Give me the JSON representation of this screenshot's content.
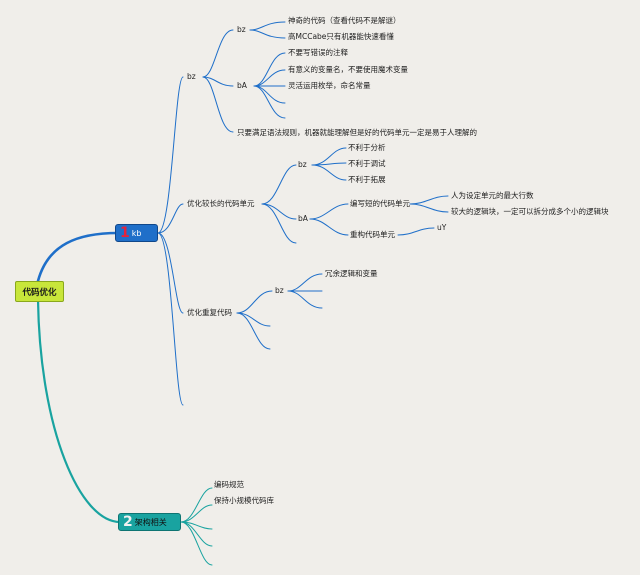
{
  "root": {
    "label": "代码优化"
  },
  "branch1": {
    "number": "1",
    "label": "kb",
    "n1": {
      "label": "bz"
    },
    "n1a": {
      "label": "bz"
    },
    "n1a_1": {
      "label": "神奇的代码（查看代码不是解谜）"
    },
    "n1a_2": {
      "label": "高MCCabe只有机器能快速看懂"
    },
    "n1b": {
      "label": "bA"
    },
    "n1b_1": {
      "label": "不要写错误的注释"
    },
    "n1b_2": {
      "label": "有意义的变量名，不要使用魔术变量"
    },
    "n1b_3": {
      "label": "灵活运用枚举，命名常量"
    },
    "n1c": {
      "label": "只要满足语法规则，机器就能理解但是好的代码单元一定是易于人理解的"
    },
    "n2": {
      "label": "优化较长的代码单元"
    },
    "n2a": {
      "label": "bz"
    },
    "n2a_1": {
      "label": "不利于分析"
    },
    "n2a_2": {
      "label": "不利于调试"
    },
    "n2a_3": {
      "label": "不利于拓展"
    },
    "n2b": {
      "label": "bA"
    },
    "n2b_1": {
      "label": "编写短的代码单元"
    },
    "n2b_1a": {
      "label": "人为设定单元的最大行数"
    },
    "n2b_1b": {
      "label": "较大的逻辑块，一定可以拆分成多个小的逻辑块"
    },
    "n2b_2": {
      "label": "重构代码单元"
    },
    "n2b_2a": {
      "label": "uY"
    },
    "n3": {
      "label": "优化重复代码"
    },
    "n3a": {
      "label": "bz"
    },
    "n3a_1": {
      "label": "冗余逻辑和变量"
    }
  },
  "branch2": {
    "number": "2",
    "label": "架构相关",
    "item1": {
      "label": "编码规范"
    },
    "item2": {
      "label": "保持小规模代码库"
    }
  },
  "colors": {
    "branch1": "#1f6fc9",
    "branch2": "#19a3a0",
    "root": "#c8e63a"
  }
}
